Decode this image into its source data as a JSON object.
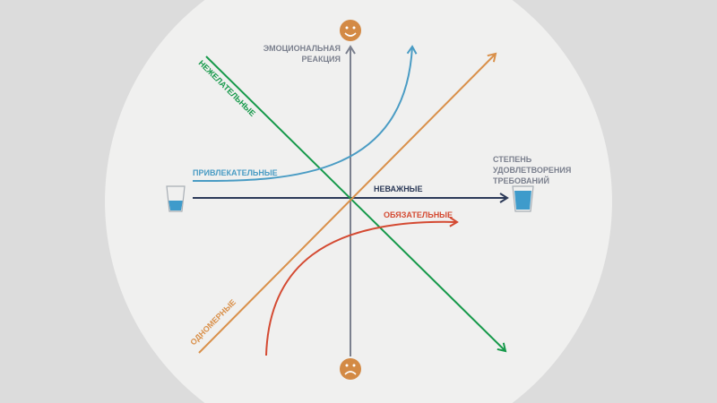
{
  "axes": {
    "y_label_line1": "ЭМОЦИОНАЛЬНАЯ",
    "y_label_line2": "РЕАКЦИЯ",
    "x_label_line1": "СТЕПЕНЬ",
    "x_label_line2": "УДОВЛЕТВОРЕНИЯ",
    "x_label_line3": "ТРЕБОВАНИЙ"
  },
  "curves": {
    "undesired": "НЕЖЕЛАТЕЛЬНЫЕ",
    "attractive": "ПРИВЛЕКАТЕЛЬНЫЕ",
    "indifferent": "НЕВАЖНЫЕ",
    "must_be": "ОБЯЗАТЕЛЬНЫЕ",
    "one_dimensional": "ОДНОМЕРНЫЕ"
  },
  "colors": {
    "undesired": "#16994a",
    "attractive": "#4a9cc4",
    "indifferent": "#2c3a58",
    "must_be": "#d44a32",
    "one_dimensional": "#d9904a",
    "axis": "#7b808e",
    "face": "#d38a45",
    "water": "#3e9bcb"
  }
}
